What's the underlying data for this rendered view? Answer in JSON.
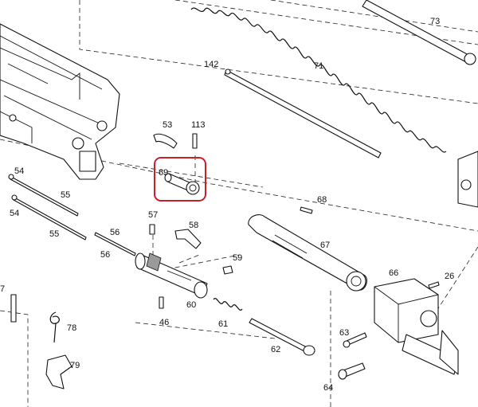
{
  "labels": {
    "l73": "73",
    "l142": "142",
    "l71": "71",
    "l53": "53",
    "l113": "113",
    "l69": "69",
    "l68": "68",
    "l54a": "54",
    "l55a": "55",
    "l54b": "54",
    "l55b": "55",
    "l57": "57",
    "l58": "58",
    "l56a": "56",
    "l56b": "56",
    "l67": "67",
    "l59": "59",
    "l66": "66",
    "l26": "26",
    "l7": "7",
    "l78": "78",
    "l60": "60",
    "l46": "46",
    "l61": "61",
    "l63": "63",
    "l62": "62",
    "l79": "79",
    "l64": "64"
  },
  "highlight": {
    "part": "69",
    "color": "#c8202a"
  },
  "colors": {
    "line": "#111111",
    "shade": "#9a9a9a"
  }
}
